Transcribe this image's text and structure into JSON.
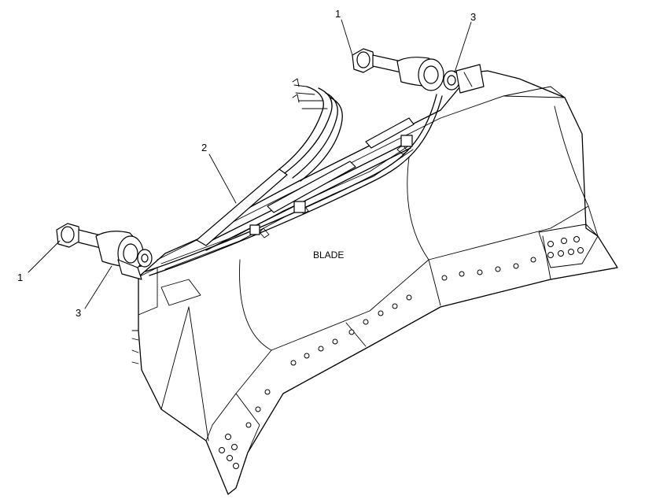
{
  "diagram": {
    "blade_label": "BLADE",
    "callouts": {
      "top_1": "1",
      "top_3": "3",
      "hose_2": "2",
      "left_1": "1",
      "left_3": "3"
    }
  }
}
